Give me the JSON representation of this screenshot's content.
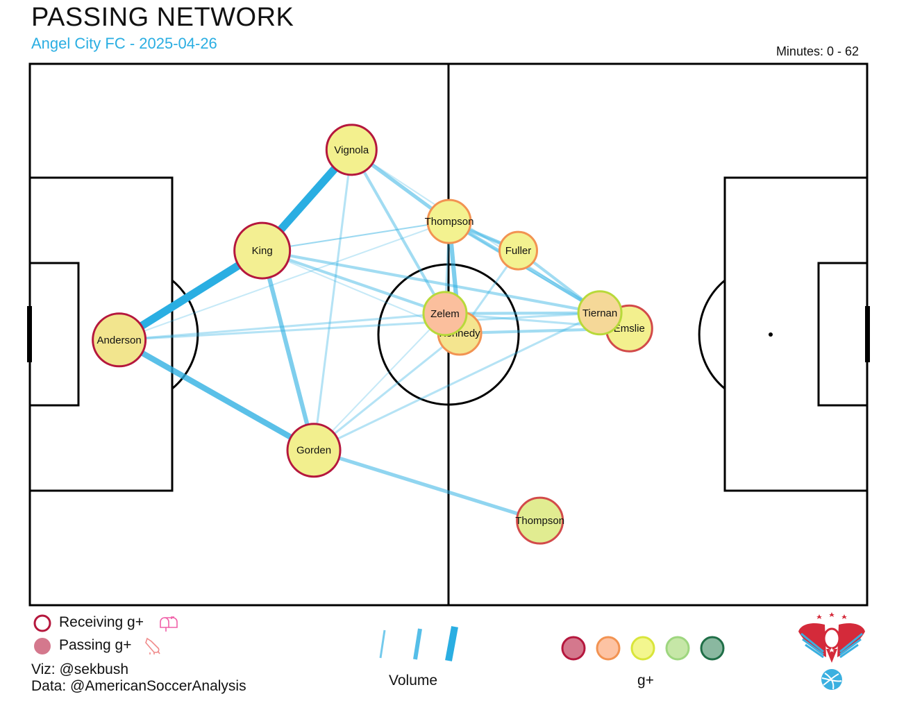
{
  "header": {
    "title": "PASSING NETWORK",
    "subtitle": "Angel City FC - 2025-04-26",
    "minutes": "Minutes: 0 - 62"
  },
  "legend": {
    "receiving_label": "Receiving g+",
    "passing_label": "Passing g+",
    "volume_label": "Volume",
    "gplus_label": "g+",
    "receiving_icon": "mailbox-icon",
    "passing_icon": "soccer-cleat-icon",
    "gplus_scale_colors": [
      "#b5173d",
      "#f29352",
      "#d9e53b",
      "#9ed67f",
      "#1f6e47"
    ],
    "gplus_scale_fills": [
      "#d4788d",
      "#fdc3a3",
      "#f3f68e",
      "#c6e7a7",
      "#8ab8a0"
    ]
  },
  "credits": {
    "viz": "Viz: @sekbush",
    "data": "Data: @AmericanSoccerAnalysis"
  },
  "colors": {
    "pass_line": "#2aaee2",
    "pitch_line": "#000000"
  },
  "chart_data": {
    "type": "network",
    "pitch": {
      "length": 120,
      "width": 80
    },
    "players": [
      {
        "name": "Anderson",
        "x": 12.8,
        "y": 39.2,
        "receiving_color": "#b5173d",
        "passing_color": "#f2e58e"
      },
      {
        "name": "King",
        "x": 33.3,
        "y": 52.4,
        "receiving_color": "#b5173d",
        "passing_color": "#f3ef92"
      },
      {
        "name": "Vignola",
        "x": 46.1,
        "y": 67.3,
        "receiving_color": "#b5173d",
        "passing_color": "#f3f08e"
      },
      {
        "name": "Gorden",
        "x": 40.7,
        "y": 22.9,
        "receiving_color": "#b5173d",
        "passing_color": "#f2ef8e"
      },
      {
        "name": "Thompson",
        "x": 60.1,
        "y": 56.7,
        "receiving_color": "#f29352",
        "passing_color": "#f3f290"
      },
      {
        "name": "Fuller",
        "x": 70.0,
        "y": 52.4,
        "receiving_color": "#f29352",
        "passing_color": "#f3f290"
      },
      {
        "name": "Kennedy",
        "x": 61.6,
        "y": 40.2,
        "receiving_color": "#f29352",
        "passing_color": "#f4e58f"
      },
      {
        "name": "Zelem",
        "x": 59.5,
        "y": 43.1,
        "receiving_color": "#b8d93a",
        "passing_color": "#fbbf9d"
      },
      {
        "name": "Emslie",
        "x": 85.9,
        "y": 40.9,
        "receiving_color": "#d24a4a",
        "passing_color": "#f3f08e"
      },
      {
        "name": "Tiernan",
        "x": 81.7,
        "y": 43.2,
        "receiving_color": "#b8d93a",
        "passing_color": "#f5d898"
      },
      {
        "name": "Thompson",
        "x": 73.1,
        "y": 12.5,
        "receiving_color": "#d24a4a",
        "passing_color": "#e1ec91"
      }
    ],
    "passes": [
      {
        "from": "Anderson",
        "to": "King",
        "volume": 10
      },
      {
        "from": "King",
        "to": "Vignola",
        "volume": 10
      },
      {
        "from": "Anderson",
        "to": "Gorden",
        "volume": 7
      },
      {
        "from": "King",
        "to": "Gorden",
        "volume": 5
      },
      {
        "from": "Kennedy",
        "to": "Thompson",
        "volume": 5
      },
      {
        "from": "Emslie",
        "to": "Thompson",
        "volume": 4
      },
      {
        "from": "Gorden",
        "to": "Thompson",
        "volume": 4
      },
      {
        "from": "Vignola",
        "to": "Thompson",
        "volume": 4
      },
      {
        "from": "Thompson",
        "to": "Fuller",
        "volume": 4
      },
      {
        "from": "Vignola",
        "to": "Zelem",
        "volume": 3
      },
      {
        "from": "King",
        "to": "Zelem",
        "volume": 3
      },
      {
        "from": "King",
        "to": "Tiernan",
        "volume": 3
      },
      {
        "from": "Fuller",
        "to": "Tiernan",
        "volume": 3
      },
      {
        "from": "Zelem",
        "to": "Tiernan",
        "volume": 3
      },
      {
        "from": "Kennedy",
        "to": "Emslie",
        "volume": 3
      },
      {
        "from": "Gorden",
        "to": "Kennedy",
        "volume": 2
      },
      {
        "from": "Thompson",
        "to": "Zelem",
        "volume": 2
      },
      {
        "from": "Anderson",
        "to": "Zelem",
        "volume": 2
      },
      {
        "from": "Anderson",
        "to": "Tiernan",
        "volume": 2
      },
      {
        "from": "Vignola",
        "to": "Gorden",
        "volume": 2
      },
      {
        "from": "Gorden",
        "to": "Tiernan",
        "volume": 2
      },
      {
        "from": "Kennedy",
        "to": "Fuller",
        "volume": 2
      },
      {
        "from": "King",
        "to": "Thompson",
        "volume": 1
      },
      {
        "from": "King",
        "to": "Kennedy",
        "volume": 1
      },
      {
        "from": "Gorden",
        "to": "Zelem",
        "volume": 1
      },
      {
        "from": "Anderson",
        "to": "Thompson",
        "volume": 1
      },
      {
        "from": "Tiernan",
        "to": "Thompson",
        "volume": 1
      },
      {
        "from": "Fuller",
        "to": "Thompson",
        "volume": 1
      },
      {
        "from": "Vignola",
        "to": "Tiernan",
        "volume": 1
      },
      {
        "from": "King",
        "to": "Thompson",
        "volume": 1
      },
      {
        "from": "Zelem",
        "to": "Emslie",
        "volume": 2
      }
    ]
  }
}
